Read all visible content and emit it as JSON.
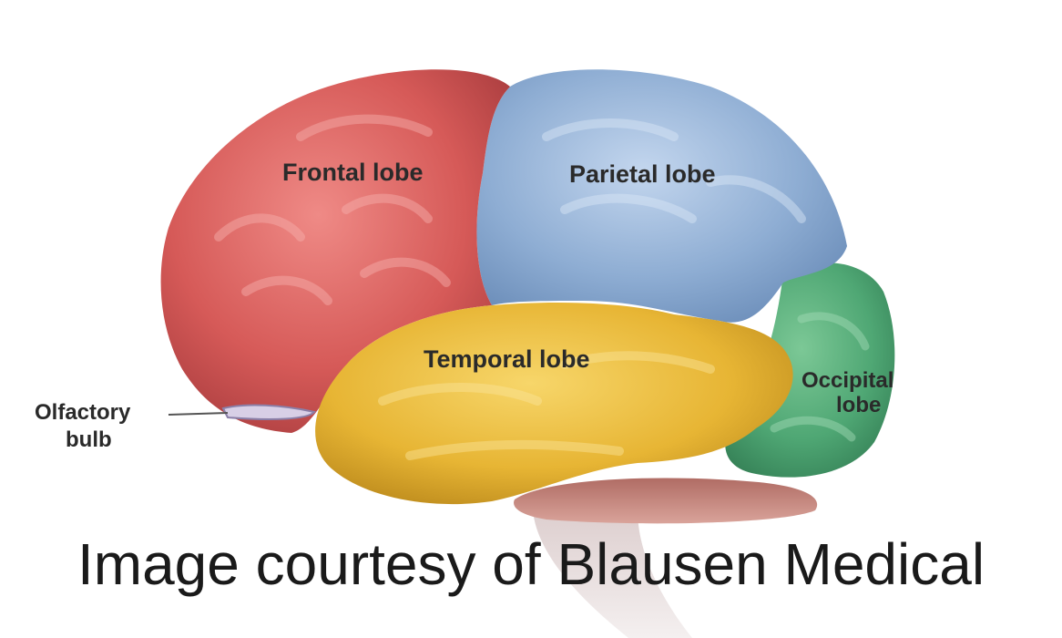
{
  "diagram": {
    "labels": {
      "frontal": "Frontal lobe",
      "parietal": "Parietal lobe",
      "temporal": "Temporal lobe",
      "occipital_line1": "Occipital",
      "occipital_line2": "lobe",
      "olfactory_line1": "Olfactory",
      "olfactory_line2": "bulb"
    },
    "colors": {
      "frontal": "#d9595a",
      "parietal": "#8eadd3",
      "temporal": "#e9b93a",
      "occipital": "#4fa774",
      "cerebellum": "#c98a80",
      "brainstem": "#e6dcdc"
    }
  },
  "credit": "Image courtesy of Blausen Medical"
}
